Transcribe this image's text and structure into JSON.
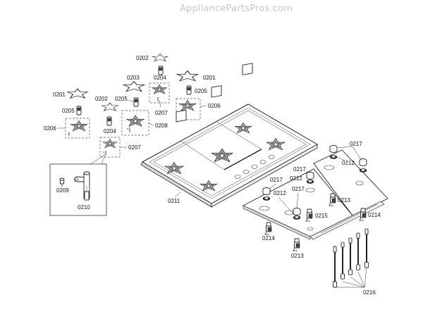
{
  "watermark": "AppliancePartsPros.com",
  "labels": {
    "knob_0202_top": "0202",
    "stem_0204_top": "0204",
    "knob_0203": "0203",
    "knob_0201_right": "0201",
    "stem_0205_right": "0205",
    "knob_0201_left": "0201",
    "knob_0202_left": "0202",
    "stem_0205_mid": "0205",
    "group_0207_top": "0207",
    "group_0206_right": "0206",
    "stem_0205_left": "0205",
    "group_0206_left": "0206",
    "stem_0204_mid": "0204",
    "group_0208": "0208",
    "group_0207_lower": "0207",
    "screw_0209": "0209",
    "shaft_0210": "0210",
    "cooktop_0211": "0211",
    "cap_0217_a": "0217",
    "grommet_0212_a": "0212",
    "cap_0217_b": "0217",
    "grommet_0212_b": "0212",
    "cap_0217_c": "0217",
    "grommet_0212_c": "0212",
    "cap_0217_d": "0217",
    "valve_0213_upper": "0213",
    "valve_0215": "0215",
    "valve_0214_right": "0214",
    "valve_0214_left": "0214",
    "valve_0213_lower": "0213",
    "igniter_0216": "0216"
  }
}
